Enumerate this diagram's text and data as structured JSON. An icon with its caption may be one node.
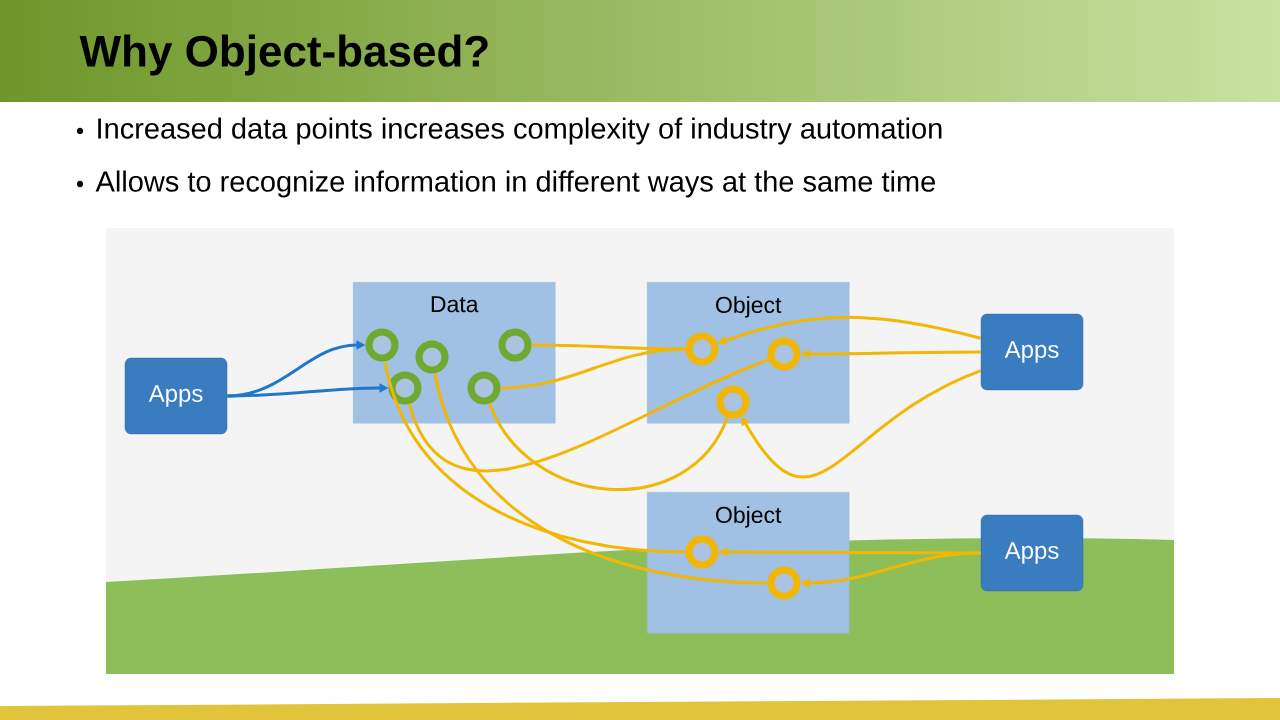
{
  "diagram": {
    "title": "Why Object-based?",
    "nodes": [
      {
        "text": [
          "Apps"
        ]
      },
      {
        "text": [
          "Data"
        ]
      },
      {
        "text": [],
        "shape": "circle",
        "in": 1
      },
      {
        "text": [],
        "shape": "circle",
        "in": 1
      },
      {
        "text": [],
        "shape": "circle",
        "in": 1
      },
      {
        "text": [],
        "shape": "circle",
        "in": 1
      },
      {
        "text": [],
        "shape": "circle",
        "in": 1
      },
      {
        "text": [
          "Object"
        ]
      },
      {
        "text": [],
        "shape": "circle",
        "in": 7
      },
      {
        "text": [],
        "shape": "circle",
        "in": 7
      },
      {
        "text": [],
        "shape": "circle",
        "in": 7
      },
      {
        "text": [
          "Apps"
        ]
      },
      {
        "text": [
          "Object"
        ]
      },
      {
        "text": [],
        "shape": "circle",
        "in": 12
      },
      {
        "text": [],
        "shape": "circle",
        "in": 12
      },
      {
        "text": [
          "Apps"
        ]
      }
    ],
    "edges": [
      {
        "from": 0,
        "to": 2,
        "arrow": "to",
        "color": "#1f78c8"
      },
      {
        "from": 0,
        "to": 3,
        "arrow": "to",
        "color": "#1f78c8"
      },
      {
        "from": 11,
        "to": 10,
        "arrow": "to"
      },
      {
        "from": 11,
        "to": 8,
        "arrow": "to"
      },
      {
        "from": 11,
        "to": 9,
        "arrow": "to"
      },
      {
        "from": 15,
        "to": 13,
        "arrow": "to"
      },
      {
        "from": 15,
        "to": 14,
        "arrow": "to"
      },
      {
        "from": 6,
        "to": 8,
        "arrow": "none"
      },
      {
        "from": 5,
        "to": 8,
        "arrow": "none"
      },
      {
        "from": 3,
        "to": 10,
        "arrow": "none"
      },
      {
        "from": 5,
        "to": 9,
        "arrow": "none"
      },
      {
        "from": 2,
        "to": 13,
        "arrow": "none"
      },
      {
        "from": 4,
        "to": 14,
        "arrow": "none"
      }
    ],
    "labels": [
      "Increased data points increases complexity of industry automation",
      "Allows to recognize information in different ways at the same time"
    ]
  }
}
